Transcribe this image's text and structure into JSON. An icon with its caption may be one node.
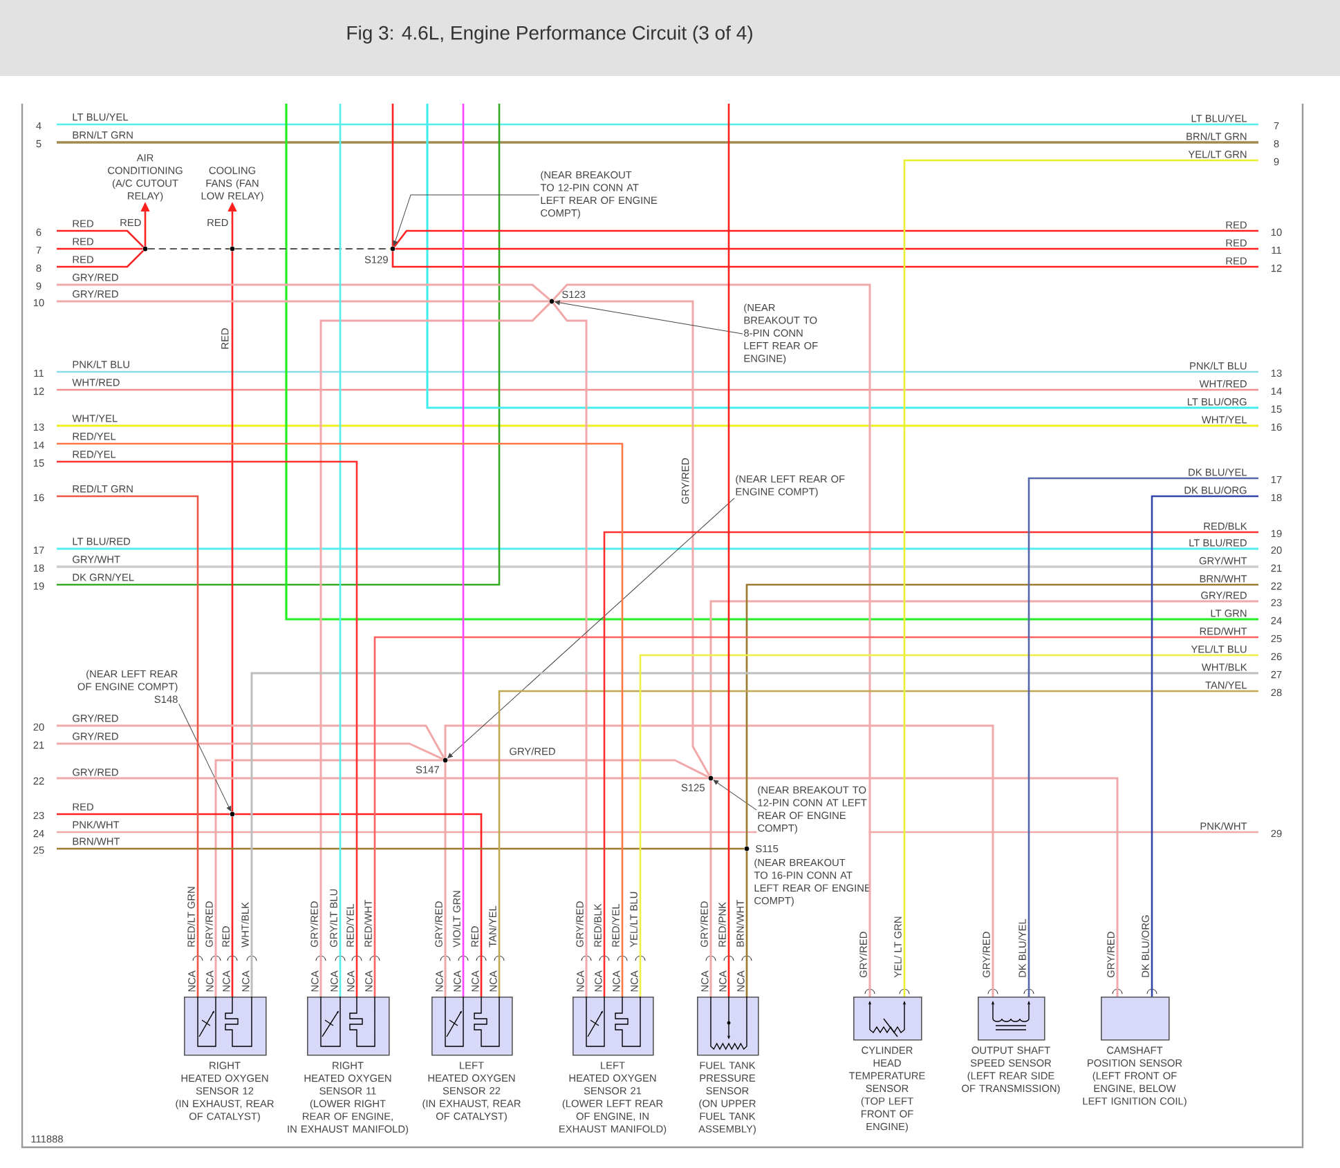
{
  "diagram": {
    "title": "Fig 3: 4.6L, Engine Performance Circuit (3 of 4)",
    "nodes": [
      {
        "text": [
          "AIR CONDITIONING (A/C CUTOUT RELAY)"
        ]
      },
      {
        "text": [
          "COOLING FANS (FAN LOW RELAY)"
        ]
      },
      {
        "text": [],
        "shape": "circle"
      },
      {
        "text": [],
        "shape": "circle"
      },
      {
        "text": [],
        "shape": "circle",
        "beside": [
          "S129"
        ]
      },
      {
        "text": [],
        "shape": "circle",
        "beside": [
          "S123"
        ]
      },
      {
        "text": [],
        "shape": "circle",
        "beside": [
          "S147"
        ]
      },
      {
        "text": [],
        "shape": "circle"
      },
      {
        "text": [],
        "shape": "circle",
        "beside": [
          "S125"
        ]
      },
      {
        "text": [],
        "shape": "circle",
        "beside": [
          "S115",
          "(NEAR BREAKOUT TO 16-PIN CONN AT LEFT REAR OF ENGINE COMPT)"
        ]
      },
      {
        "text": [
          "(NEAR BREAKOUT TO 12-PIN CONN AT LEFT REAR OF ENGINE COMPT)"
        ]
      },
      {
        "text": [
          "(NEAR BREAKOUT TO 8-PIN CONN LEFT REAR OF ENGINE)"
        ]
      },
      {
        "text": [
          "(NEAR LEFT REAR OF ENGINE COMPT)",
          "S148"
        ]
      },
      {
        "text": [
          "(NEAR LEFT REAR OF ENGINE COMPT)"
        ]
      },
      {
        "text": [
          "(NEAR BREAKOUT TO 12-PIN CONN AT LEFT REAR OF ENGINE COMPT)"
        ]
      },
      {
        "text": [
          "RIGHT",
          "HEATED OXYGEN SENSOR 12",
          "(IN EXHAUST, REAR OF CATALYST)"
        ]
      },
      {
        "text": [
          "RIGHT",
          "HEATED OXYGEN SENSOR 11",
          "(LOWER RIGHT REAR OF ENGINE, IN EXHAUST MANIFOLD)"
        ]
      },
      {
        "text": [
          "LEFT",
          "HEATED OXYGEN SENSOR 22",
          "(IN EXHAUST, REAR OF CATALYST)"
        ]
      },
      {
        "text": [
          "LEFT",
          "HEATED OXYGEN SENSOR 21",
          "(LOWER LEFT REAR OF ENGINE, IN EXHAUST MANIFOLD)"
        ]
      },
      {
        "text": [
          "FUEL TANK PRESSURE SENSOR",
          "(ON UPPER FUEL TANK ASSEMBLY)"
        ]
      },
      {
        "text": [
          "CYLINDER HEAD TEMPERATURE SENSOR",
          "(TOP LEFT FRONT OF ENGINE)"
        ]
      },
      {
        "text": [
          "OUTPUT SHAFT SPEED SENSOR",
          "(LEFT REAR SIDE OF TRANSMISSION)"
        ]
      },
      {
        "text": [
          "CAMSHAFT POSITION SENSOR",
          "(LEFT FRONT OF ENGINE, BELOW LEFT IGNITION COIL)"
        ]
      }
    ],
    "edges": [
      {
        "from": 2,
        "to": 0,
        "arrow": "to",
        "color": "#ff2020",
        "label": "RED"
      },
      {
        "from": 3,
        "to": 1,
        "arrow": "to",
        "color": "#ff2020",
        "label": "RED"
      },
      {
        "from": 2,
        "to": 3,
        "arrow": "none",
        "style": "dashed",
        "color": "#555555"
      },
      {
        "from": 3,
        "to": 4,
        "arrow": "none",
        "style": "dashed",
        "color": "#555555"
      },
      {
        "from": 3,
        "to": 7,
        "arrow": "none",
        "color": "#ff2020",
        "label": "RED"
      },
      {
        "from": null,
        "to": 2,
        "arrow": "none",
        "color": "#ff2020"
      },
      {
        "from": null,
        "to": 2,
        "arrow": "none",
        "color": "#ff2020"
      },
      {
        "from": null,
        "to": 2,
        "arrow": "none",
        "color": "#ff2020"
      },
      {
        "from": null,
        "to": 4,
        "arrow": "none",
        "color": "#ff2020"
      },
      {
        "from": 4,
        "to": null,
        "arrow": "none",
        "color": "#ff2020"
      },
      {
        "from": 4,
        "to": null,
        "arrow": "none",
        "color": "#ff2020"
      },
      {
        "from": 4,
        "to": null,
        "arrow": "none",
        "color": "#ff2020"
      },
      {
        "from": 10,
        "to": 4,
        "arrow": "to",
        "color": "#444444"
      },
      {
        "from": null,
        "to": 5,
        "arrow": "none",
        "color": "#f0a8a8"
      },
      {
        "from": null,
        "to": 5,
        "arrow": "none",
        "color": "#f0a8a8"
      },
      {
        "from": 5,
        "to": 20,
        "arrow": "none",
        "color": "#f0a8a8",
        "label": "GRY/RED"
      },
      {
        "from": 5,
        "to": 8,
        "arrow": "none",
        "color": "#f0a8a8",
        "label": "GRY/RED"
      },
      {
        "from": 5,
        "to": 16,
        "arrow": "none",
        "color": "#f0a8a8",
        "label": "GRY/RED"
      },
      {
        "from": 5,
        "to": 18,
        "arrow": "none",
        "color": "#f0a8a8",
        "label": "GRY/RED"
      },
      {
        "from": 11,
        "to": 5,
        "arrow": "to",
        "color": "#444444"
      },
      {
        "from": null,
        "to": 6,
        "arrow": "none",
        "color": "#f0a8a8"
      },
      {
        "from": null,
        "to": 6,
        "arrow": "none",
        "color": "#f0a8a8"
      },
      {
        "from": 6,
        "to": 15,
        "arrow": "none",
        "color": "#f0a8a8",
        "label": "GRY/RED"
      },
      {
        "from": 6,
        "to": 21,
        "arrow": "none",
        "color": "#f0a8a8",
        "label": "GRY/RED"
      },
      {
        "from": 6,
        "to": 8,
        "arrow": "none",
        "color": "#f0a8a8",
        "label": "GRY/RED"
      },
      {
        "from": 6,
        "to": 17,
        "arrow": "none",
        "color": "#f0a8a8",
        "label": "GRY/RED"
      },
      {
        "from": 13,
        "to": 6,
        "arrow": "to",
        "color": "#444444"
      },
      {
        "from": null,
        "to": 7,
        "arrow": "none",
        "color": "#ff2020"
      },
      {
        "from": 7,
        "to": 15,
        "arrow": "none",
        "color": "#ff2020",
        "label": "RED"
      },
      {
        "from": 7,
        "to": 17,
        "arrow": "none",
        "color": "#ff2020",
        "label": "RED"
      },
      {
        "from": 12,
        "to": 7,
        "arrow": "to",
        "color": "#444444"
      },
      {
        "from": null,
        "to": 8,
        "arrow": "none",
        "color": "#f0a8a8"
      },
      {
        "from": null,
        "to": 8,
        "arrow": "none",
        "color": "#f0a8a8"
      },
      {
        "from": 8,
        "to": 22,
        "arrow": "none",
        "color": "#f0a8a8",
        "label": "GRY/RED"
      },
      {
        "from": 8,
        "to": 19,
        "arrow": "none",
        "color": "#f0a8a8",
        "label": "GRY/RED"
      },
      {
        "from": 14,
        "to": 8,
        "arrow": "to",
        "color": "#444444"
      },
      {
        "from": null,
        "to": 9,
        "arrow": "none",
        "color": "#9a7a30"
      },
      {
        "from": null,
        "to": 9,
        "arrow": "none",
        "color": "#9a7a30"
      },
      {
        "from": 9,
        "to": 19,
        "arrow": "none",
        "color": "#9a7a30",
        "label": "BRN/WHT"
      },
      {
        "from": null,
        "to": 15,
        "arrow": "none",
        "color": "#ee5544",
        "label": "RED/LT GRN"
      },
      {
        "from": null,
        "to": 15,
        "arrow": "none",
        "color": "#bdbdbd",
        "label": "WHT/BLK"
      },
      {
        "from": null,
        "to": 16,
        "arrow": "none",
        "color": "#55eeee",
        "label": "GRY/LT BLU"
      },
      {
        "from": null,
        "to": 16,
        "arrow": "none",
        "color": "#ff3030",
        "label": "RED/YEL"
      },
      {
        "from": null,
        "to": 16,
        "arrow": "none",
        "color": "#ff6060",
        "label": "RED/WHT"
      },
      {
        "from": null,
        "to": 17,
        "arrow": "none",
        "color": "#ff44ff",
        "label": "VIO/LT GRN"
      },
      {
        "from": null,
        "to": 17,
        "arrow": "none",
        "color": "#c0a850",
        "label": "TAN/YEL"
      },
      {
        "from": null,
        "to": 18,
        "arrow": "none",
        "color": "#ff3030",
        "label": "RED/BLK"
      },
      {
        "from": null,
        "to": 18,
        "arrow": "none",
        "color": "#ff7744",
        "label": "RED/YEL"
      },
      {
        "from": null,
        "to": 18,
        "arrow": "none",
        "color": "#eeee44",
        "label": "YEL/LT BLU"
      },
      {
        "from": null,
        "to": 19,
        "arrow": "none",
        "color": "#ff2020",
        "label": "RED/PNK"
      },
      {
        "from": null,
        "to": 20,
        "arrow": "none",
        "color": "#e8f030",
        "label": "YEL/ LT GRN"
      },
      {
        "from": null,
        "to": 21,
        "arrow": "none",
        "color": "#5566aa",
        "label": "DK BLU/YEL"
      },
      {
        "from": null,
        "to": 22,
        "arrow": "none",
        "color": "#3344aa",
        "label": "DK BLU/ORG"
      }
    ],
    "labels": [
      "4",
      "LT BLU/YEL",
      "5",
      "BRN/LT GRN",
      "6",
      "RED",
      "7",
      "RED",
      "8",
      "RED",
      "9",
      "GRY/RED",
      "10",
      "GRY/RED",
      "11",
      "PNK/LT BLU",
      "12",
      "WHT/RED",
      "13",
      "WHT/YEL",
      "14",
      "RED/YEL",
      "15",
      "RED/YEL",
      "16",
      "RED/LT GRN",
      "17",
      "LT BLU/RED",
      "18",
      "GRY/WHT",
      "19",
      "DK GRN/YEL",
      "20",
      "GRY/RED",
      "21",
      "GRY/RED",
      "22",
      "GRY/RED",
      "23",
      "RED",
      "24",
      "PNK/WHT",
      "25",
      "BRN/WHT",
      "LT BLU/YEL",
      "7",
      "BRN/LT GRN",
      "8",
      "YEL/LT GRN",
      "9",
      "RED",
      "10",
      "RED",
      "11",
      "RED",
      "12",
      "PNK/LT BLU",
      "13",
      "WHT/RED",
      "14",
      "LT BLU/ORG",
      "15",
      "WHT/YEL",
      "16",
      "DK BLU/YEL",
      "17",
      "DK BLU/ORG",
      "18",
      "RED/BLK",
      "19",
      "LT BLU/RED",
      "20",
      "GRY/WHT",
      "21",
      "BRN/WHT",
      "22",
      "GRY/RED",
      "23",
      "LT GRN",
      "24",
      "RED/WHT",
      "25",
      "YEL/LT BLU",
      "26",
      "WHT/BLK",
      "27",
      "TAN/YEL",
      "28",
      "PNK/WHT",
      "29",
      "NCA",
      "NCA",
      "NCA",
      "NCA",
      "NCA",
      "NCA",
      "NCA",
      "NCA",
      "NCA",
      "NCA",
      "NCA",
      "NCA",
      "NCA",
      "NCA",
      "NCA",
      "NCA",
      "NCA",
      "NCA",
      "NCA",
      "111888"
    ]
  }
}
